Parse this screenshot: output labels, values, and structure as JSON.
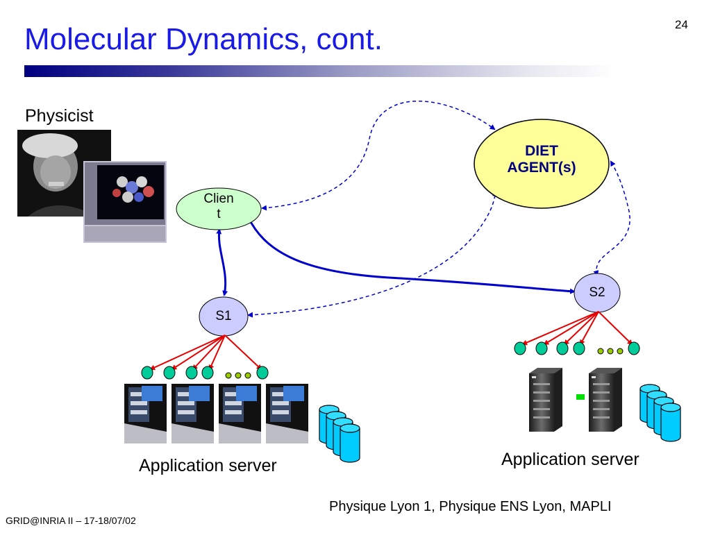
{
  "slide": {
    "title": "Molecular Dynamics, cont.",
    "page_number": "24",
    "footer": "GRID@INRIA II  – 17-18/07/02",
    "credits": "Physique Lyon 1, Physique ENS Lyon, MAPLI"
  },
  "diagram": {
    "physicist_label": "Physicist",
    "client_label_line1": "Clien",
    "client_label_line2": "t",
    "agent_label_line1": "DIET",
    "agent_label_line2": "AGENT(s)",
    "server1_label": "S1",
    "server2_label": "S2",
    "app_server_label_left": "Application server",
    "app_server_label_right": "Application server"
  },
  "colors": {
    "title": "#1a1ae6",
    "agent_fill": "#ffff99",
    "client_fill": "#ccffcc",
    "server_fill": "#ccccff",
    "node_fill": "#00cc99",
    "dot_fill": "#99cc00",
    "request_arrow": "#0000cc",
    "dispatch_arrow": "#e60000"
  }
}
